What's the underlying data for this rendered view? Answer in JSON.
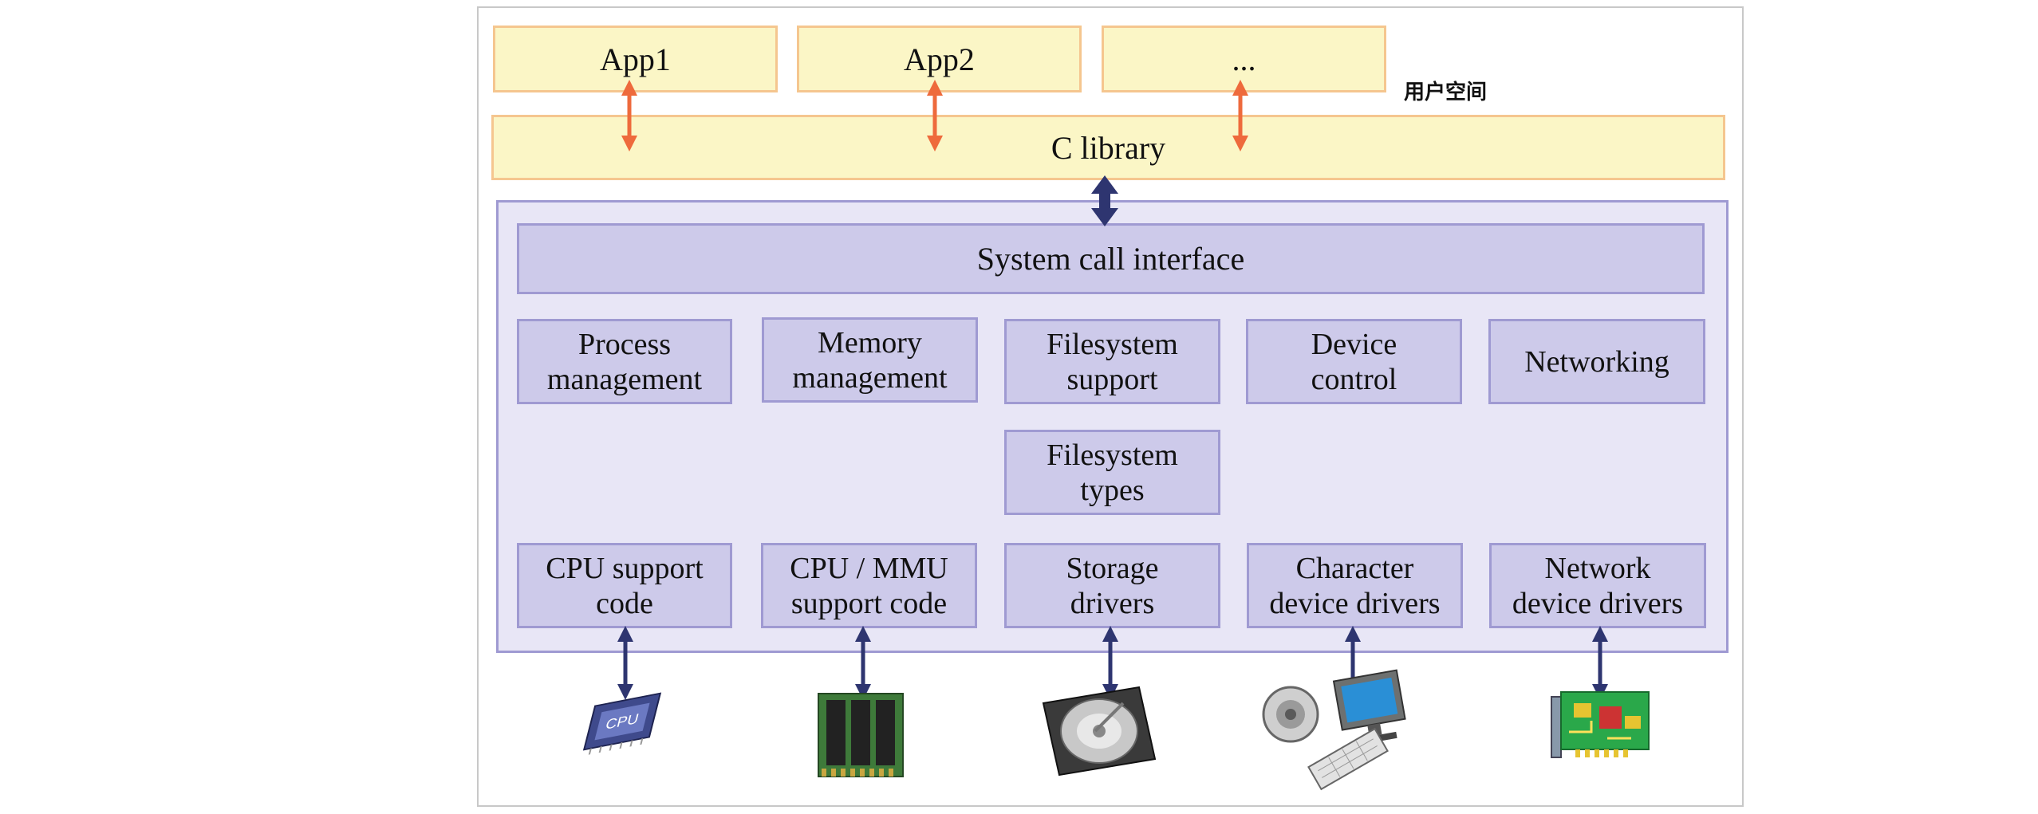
{
  "user_space": {
    "apps": [
      "App1",
      "App2",
      "..."
    ],
    "label": "用户空间",
    "c_library": "C library"
  },
  "kernel": {
    "syscall": "System call interface",
    "subsystems": [
      [
        "Process",
        "management"
      ],
      [
        "Memory",
        "management"
      ],
      [
        "Filesystem",
        "support"
      ],
      [
        "Device",
        "control"
      ],
      [
        "Networking"
      ]
    ],
    "fs_types": [
      "Filesystem",
      "types"
    ],
    "arch": [
      [
        "CPU support",
        "code"
      ],
      [
        "CPU / MMU",
        "support code"
      ],
      [
        "Storage",
        "drivers"
      ],
      [
        "Character",
        "device drivers"
      ],
      [
        "Network",
        "device drivers"
      ]
    ]
  },
  "hardware_icons": [
    "cpu-chip",
    "memory-module",
    "hard-disk",
    "speaker-monitor-keyboard",
    "network-card"
  ],
  "colors": {
    "user_fill": "#fbf6c6",
    "user_border": "#f5c68f",
    "kernel_fill": "#e8e6f6",
    "kernel_box": "#cdcaea",
    "kernel_border": "#9f9ad2",
    "user_arrow": "#ee6a3c",
    "kernel_arrow": "#2e3570"
  }
}
